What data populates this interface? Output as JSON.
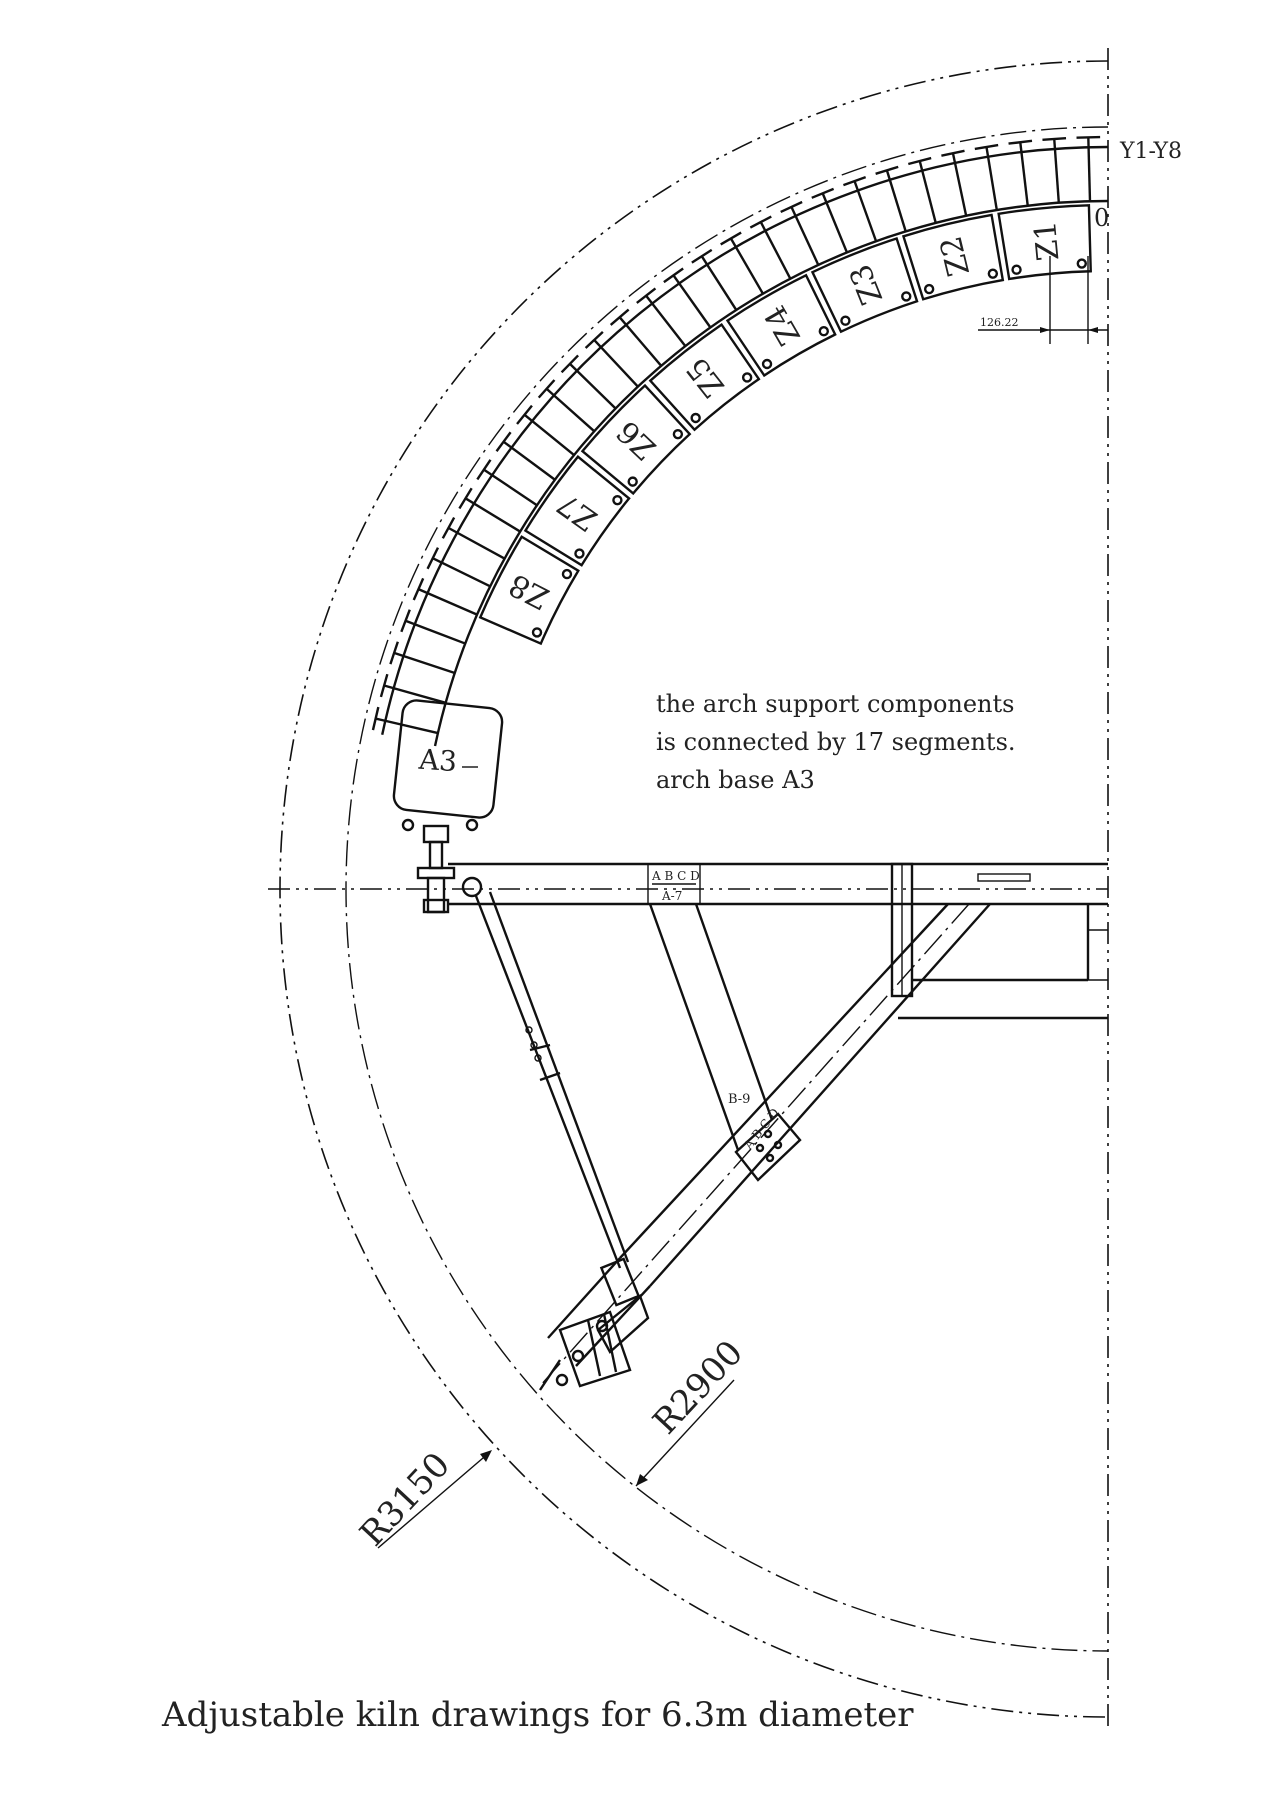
{
  "title": "Adjustable kiln drawings for 6.3m diameter",
  "note_lines": [
    "the arch support components",
    "is connected by 17 segments.",
    "arch base A3"
  ],
  "segments": [
    "Z1",
    "Z2",
    "Z3",
    "Z4",
    "Z5",
    "Z6",
    "Z7",
    "Z8",
    "A3"
  ],
  "labels": {
    "top_ribs": "Y1-Y8",
    "zero": "0",
    "gap_dim": "126.22",
    "beam_mark": "A-7",
    "beam_holes": "A B C D",
    "brace_mark": "B-9",
    "brace_holes": "A B C D"
  },
  "radii": {
    "outer": "R3150",
    "inner": "R2900"
  }
}
